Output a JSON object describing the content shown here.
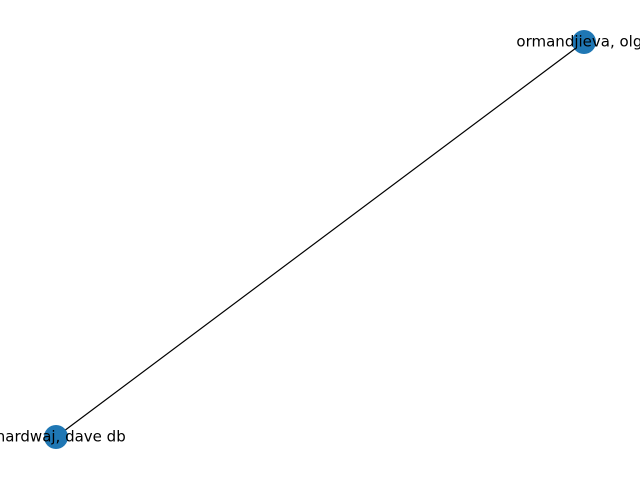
{
  "graph": {
    "node_color": "#1f77b4",
    "edge_color": "#000000",
    "nodes": [
      {
        "id": "ormandjieva",
        "label": "ormandjieva, olga"
      },
      {
        "id": "bhardwaj",
        "label": "bhardwaj, dave db"
      }
    ],
    "edges": [
      {
        "source": "ormandjieva",
        "target": "bhardwaj"
      }
    ]
  }
}
